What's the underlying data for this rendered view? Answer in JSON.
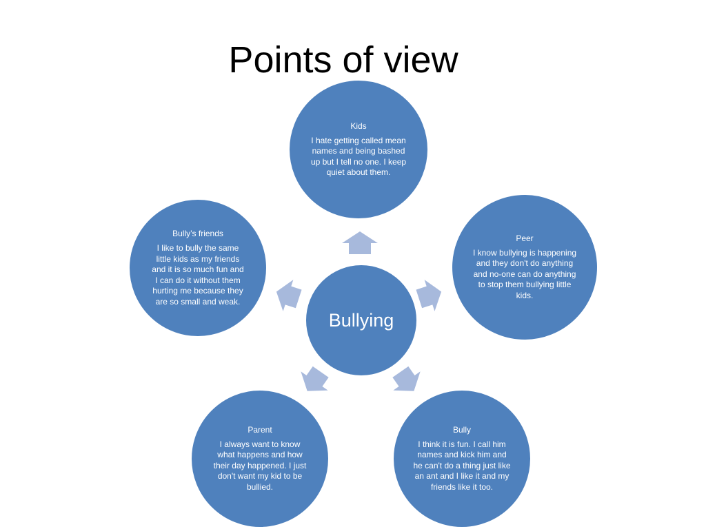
{
  "title": "Points of view",
  "center": {
    "label": "Bullying"
  },
  "nodes": [
    {
      "name": "Kids",
      "text": "I hate getting called mean names and being bashed up but I tell no one. I keep quiet about them."
    },
    {
      "name": "Peer",
      "text": "I know bullying is happening and they don't do anything and no-one can do anything to stop them bullying little kids."
    },
    {
      "name": "Bully",
      "text": "I think it is fun. I call him names and kick him and he can't do a thing just like an ant and I like it and my friends like it too."
    },
    {
      "name": "Parent",
      "text": "I always want to know what happens and how their day happened. I just don't want my kid to be bullied."
    },
    {
      "name": "Bully’s friends",
      "text": "I like to bully the same little kids as my friends and it is so much fun and I can do it without them hurting me because they are so small and weak."
    }
  ],
  "colors": {
    "circle": "#4f81bd",
    "arrow": "#a7b9dc",
    "title": "#000000"
  }
}
